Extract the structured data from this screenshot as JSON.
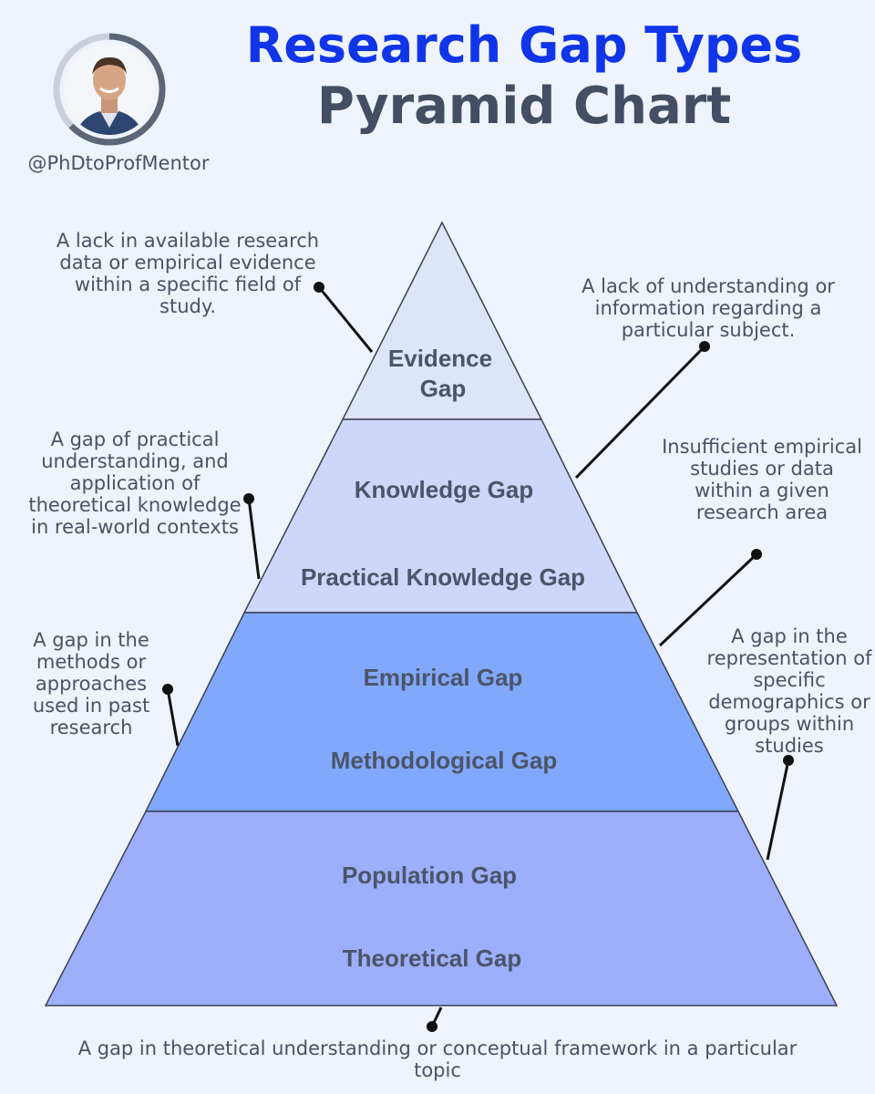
{
  "header": {
    "title_line1": "Research Gap Types",
    "title_line2": "Pyramid Chart",
    "handle": "@PhDtoProfMentor"
  },
  "tiers": [
    {
      "labels": [
        "Evidence",
        "Gap"
      ],
      "color": "#dfe5f8"
    },
    {
      "labels": [
        "Knowledge Gap",
        "Practical Knowledge Gap"
      ],
      "color": "#ccd7fa"
    },
    {
      "labels": [
        "Empirical Gap",
        "Methodological Gap"
      ],
      "color": "#82a8fc"
    },
    {
      "labels": [
        "Population Gap",
        "Theoretical Gap"
      ],
      "color": "#9daefb"
    }
  ],
  "descriptions": {
    "evidence": "A lack in available research data or empirical evidence within a specific field of study.",
    "knowledge": "A lack of understanding or information regarding a particular subject.",
    "practical": "A gap of practical understanding, and application of theoretical knowledge in real-world contexts",
    "empirical": "Insufficient empirical studies or data within a given research area",
    "methodological": "A gap in the methods or approaches used in past research",
    "population": "A gap in the representation of specific demographics or groups within studies",
    "theoretical": "A gap in theoretical understanding or conceptual framework in a particular topic"
  },
  "colors": {
    "title_blue": "#1035e8",
    "title_gray": "#434e62",
    "text": "#495365",
    "background": "#eef3fc",
    "avatar_ring": "#5d6677"
  }
}
